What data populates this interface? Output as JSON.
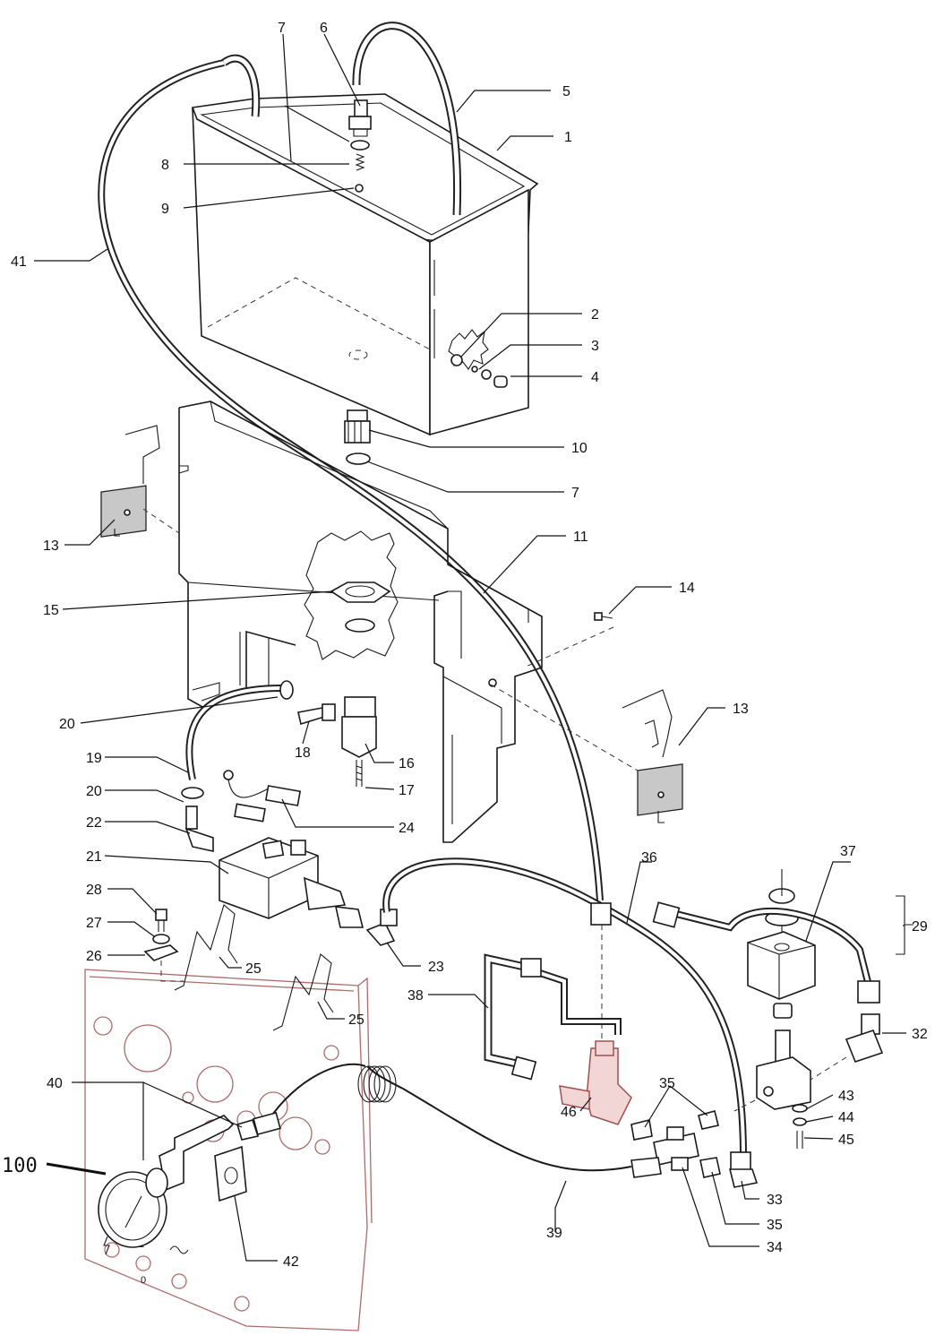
{
  "callouts": {
    "c1": "1",
    "c2": "2",
    "c3": "3",
    "c4": "4",
    "c5": "5",
    "c6": "6",
    "c7a": "7",
    "c7b": "7",
    "c8": "8",
    "c9": "9",
    "c10": "10",
    "c11": "11",
    "c13a": "13",
    "c13b": "13",
    "c14": "14",
    "c15": "15",
    "c16": "16",
    "c17": "17",
    "c18": "18",
    "c19": "19",
    "c20a": "20",
    "c20b": "20",
    "c21": "21",
    "c22": "22",
    "c23": "23",
    "c24": "24",
    "c25a": "25",
    "c25b": "25",
    "c26": "26",
    "c27": "27",
    "c28": "28",
    "c29": "29",
    "c32": "32",
    "c33": "33",
    "c34": "34",
    "c35a": "35",
    "c35b": "35",
    "c36": "36",
    "c37": "37",
    "c38": "38",
    "c39": "39",
    "c40": "40",
    "c41": "41",
    "c42": "42",
    "c43": "43",
    "c44": "44",
    "c45": "45",
    "c46": "46",
    "c100": "100"
  },
  "panel_labels": {
    "switch_on": "1",
    "switch_off": "0"
  },
  "colors": {
    "line": "#1a1a1a",
    "panel": "#b06a6a",
    "fitting_46": "#c98a8a",
    "bracket_fill": "#c8c8c8"
  }
}
